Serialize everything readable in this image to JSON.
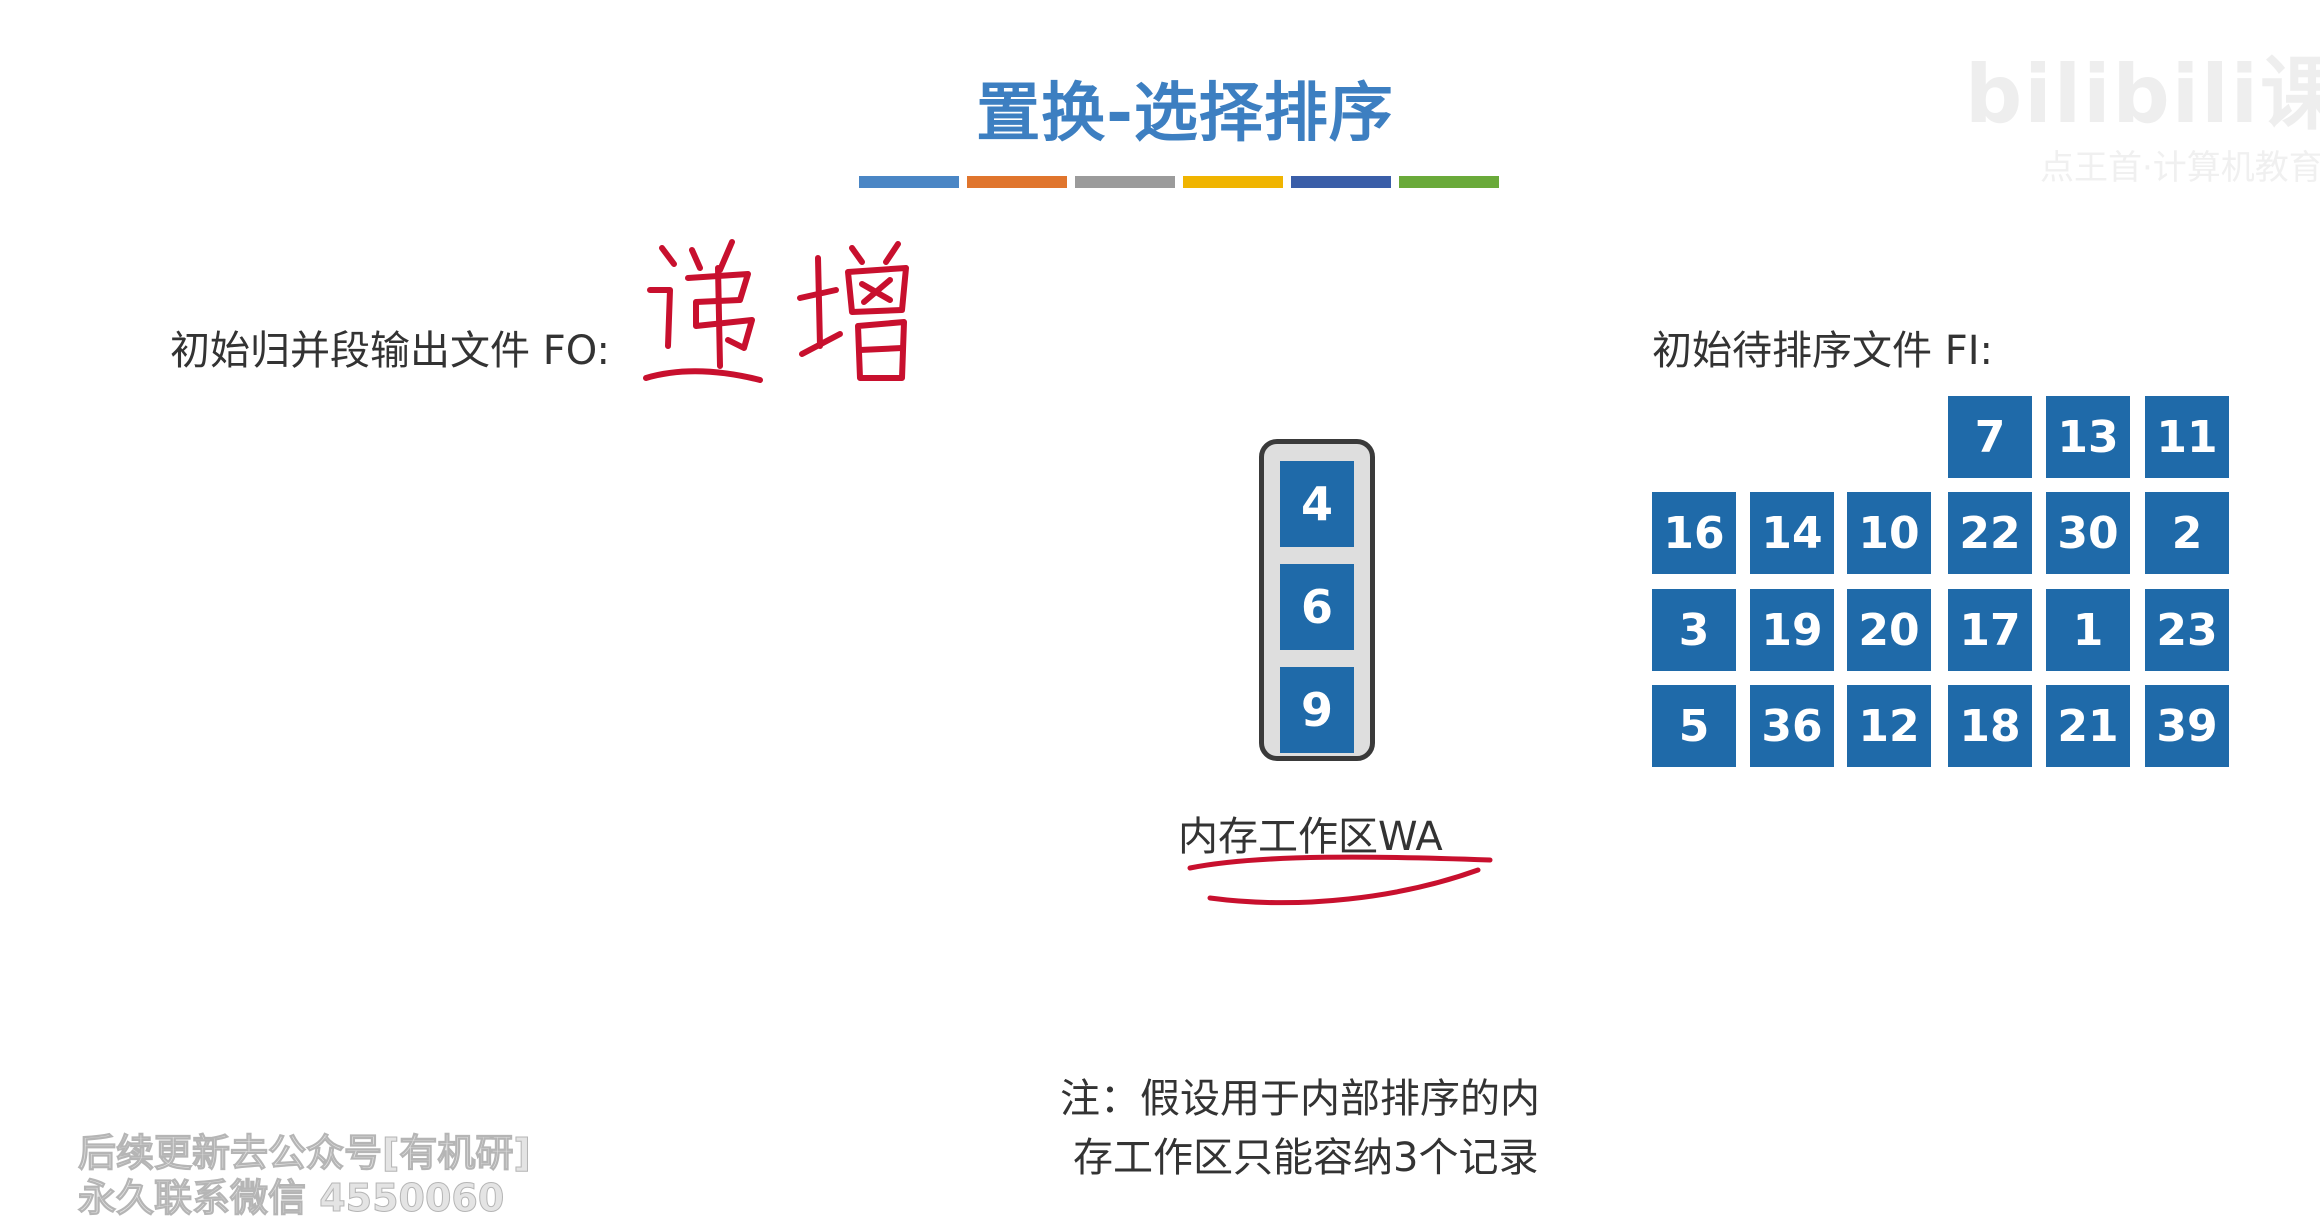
{
  "title": "置换-选择排序",
  "title_bar_colors": [
    "#4a86c5",
    "#e0752d",
    "#9b9b9b",
    "#f0b400",
    "#3a5ea8",
    "#6aaa3a"
  ],
  "fo_label": "初始归并段输出文件 FO:",
  "fi_label": "初始待排序文件 FI:",
  "handwriting_text": "递增",
  "working_area": {
    "label": "内存工作区WA",
    "cells": [
      "4",
      "6",
      "9"
    ]
  },
  "fi_rows": [
    [
      "",
      "",
      "",
      "7",
      "13",
      "11"
    ],
    [
      "16",
      "14",
      "10",
      "22",
      "30",
      "2"
    ],
    [
      "3",
      "19",
      "20",
      "17",
      "1",
      "23"
    ],
    [
      "5",
      "36",
      "12",
      "18",
      "21",
      "39"
    ]
  ],
  "note_lines": [
    "注：假设用于内部排序的内",
    "存工作区只能容纳3个记录"
  ],
  "watermark_bottom": [
    "后续更新去公众号[有机研]",
    "永久联系微信 4550060"
  ],
  "watermark_top": [
    "bilibili课堂",
    "点王首·计算机教育"
  ],
  "colors": {
    "cell_blue": "#1f6aa9",
    "title_blue": "#3d7fc1",
    "ink_red": "#c8102e"
  }
}
